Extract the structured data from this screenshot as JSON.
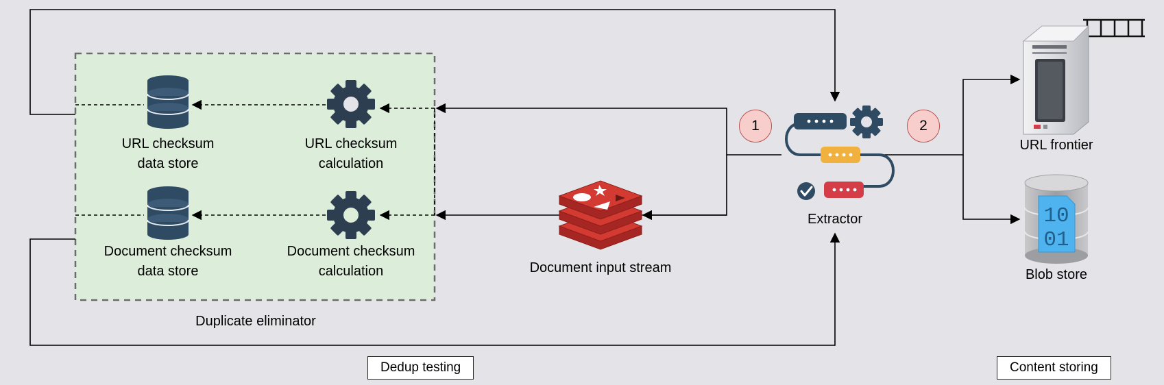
{
  "labels": {
    "url_store": [
      "URL checksum",
      "data store"
    ],
    "url_calc": [
      "URL checksum",
      "calculation"
    ],
    "doc_store": [
      "Document checksum",
      "data store"
    ],
    "doc_calc": [
      "Document checksum",
      "calculation"
    ],
    "dup_eliminator": "Duplicate eliminator",
    "doc_stream": "Document input stream",
    "extractor": "Extractor",
    "url_frontier": "URL frontier",
    "blob_store": "Blob store",
    "dedup_testing": "Dedup testing",
    "content_storing": "Content storing",
    "step1": "1",
    "step2": "2",
    "binary_top": "10",
    "binary_bottom": "01"
  },
  "icons": {
    "database": "database-icon",
    "gear": "gear-icon",
    "redis": "redis-icon",
    "extractor": "pipeline-icon",
    "server": "server-icon",
    "queue": "queue-icon",
    "blob": "blob-store-icon"
  },
  "colors": {
    "dedup_region_fill": "#dcedd9",
    "dedup_region_border": "#6b6b6b",
    "database": "#2f4a63",
    "gear": "#2c3e50",
    "redis": "#c6302b",
    "badge_fill": "#f8cecc",
    "badge_border": "#b85450",
    "pill_blue": "#2f4a63",
    "pill_yellow": "#f0b13e",
    "pill_red": "#d43d48",
    "blob_blue": "#4fb3f0"
  }
}
